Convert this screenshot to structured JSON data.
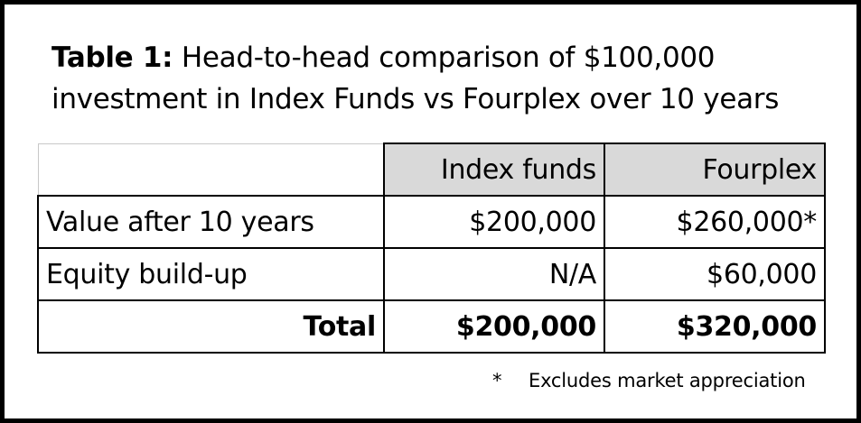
{
  "title": {
    "bold": "Table 1:",
    "text": " Head-to-head comparison of $100,000 investment in Index Funds vs Fourplex over 10 years"
  },
  "table": {
    "columns": [
      "",
      "Index funds",
      "Fourplex"
    ],
    "rows": [
      {
        "label": "Value after 10 years",
        "index_funds": "$200,000",
        "fourplex": "$260,000*"
      },
      {
        "label": "Equity build-up",
        "index_funds": "N/A",
        "fourplex": "$60,000"
      },
      {
        "label": "Total",
        "index_funds": "$200,000",
        "fourplex": "$320,000"
      }
    ]
  },
  "footnote": {
    "marker": "*",
    "text": "Excludes market appreciation"
  },
  "colors": {
    "header_background": "#d9d9d9",
    "border": "#000000",
    "background": "#ffffff"
  }
}
